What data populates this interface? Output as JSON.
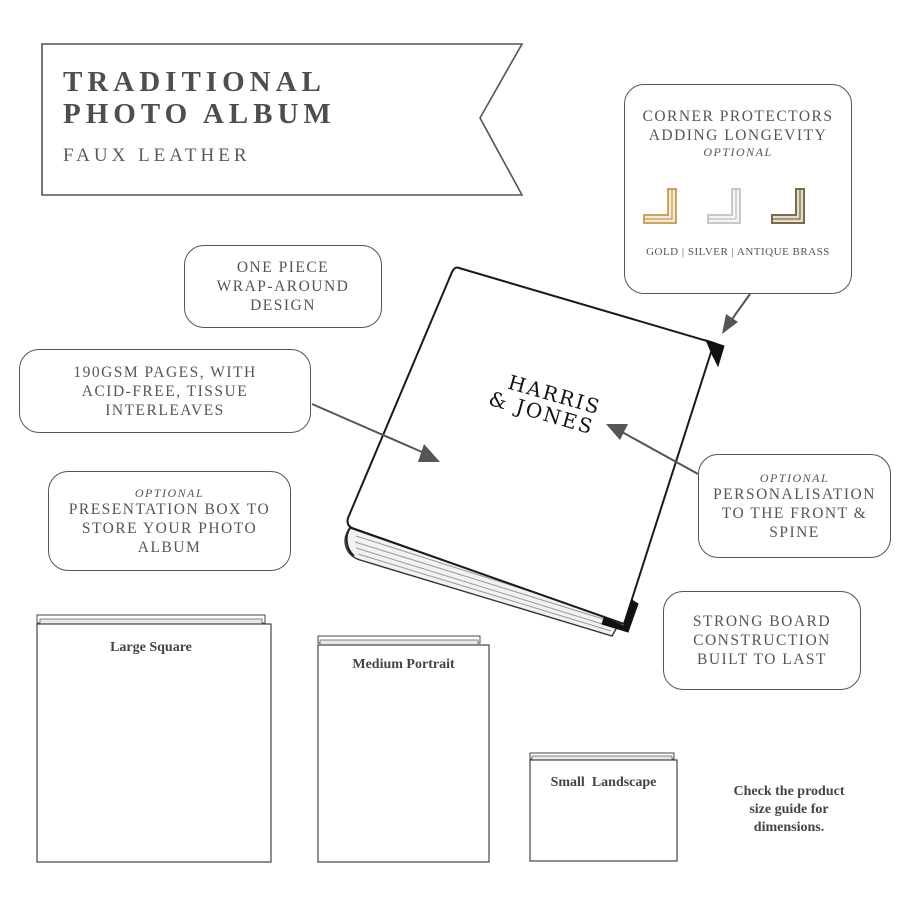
{
  "banner": {
    "title_line1": "TRADITIONAL",
    "title_line2": "PHOTO ALBUM",
    "subtitle": "FAUX LEATHER"
  },
  "corner_protectors": {
    "line1": "CORNER PROTECTORS",
    "line2": "ADDING LONGEVITY",
    "optional": "OPTIONAL",
    "metals": "GOLD | SILVER | ANTIQUE BRASS",
    "colors": {
      "gold": "#c9a45c",
      "silver": "#c8c8c8",
      "antique_brass": "#7e6a4a"
    }
  },
  "wrap_design": {
    "line1": "ONE PIECE",
    "line2": "WRAP-AROUND",
    "line3": "DESIGN"
  },
  "pages": {
    "line1": "190GSM PAGES, WITH",
    "line2": "ACID-FREE, TISSUE",
    "line3": "INTERLEAVES"
  },
  "presentation_box": {
    "optional": "OPTIONAL",
    "line1": "PRESENTATION BOX TO",
    "line2": "STORE YOUR PHOTO",
    "line3": "ALBUM"
  },
  "personalisation": {
    "optional": "OPTIONAL",
    "line1": "PERSONALISATION",
    "line2": "TO THE FRONT &",
    "line3": "SPINE"
  },
  "board": {
    "line1": "STRONG BOARD",
    "line2": "CONSTRUCTION",
    "line3": "BUILT TO LAST"
  },
  "album_text": {
    "line1": "HARRIS",
    "line2": "& JONES"
  },
  "sizes": {
    "large": "Large Square",
    "medium": "Medium Portrait",
    "small": "Small  Landscape"
  },
  "note": {
    "line1": "Check the product",
    "line2": "size guide for",
    "line3": "dimensions."
  }
}
